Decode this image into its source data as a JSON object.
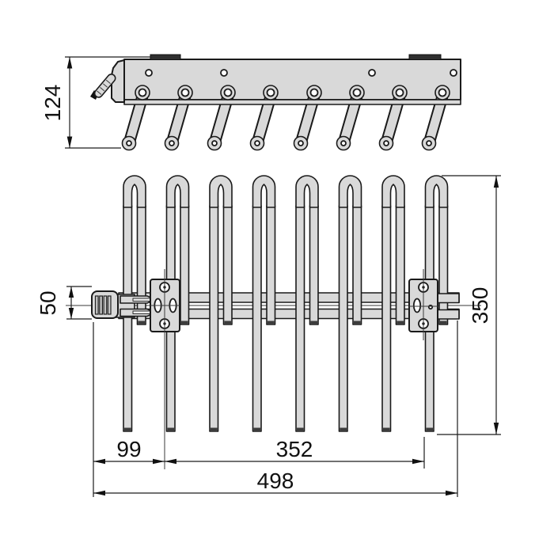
{
  "drawing": {
    "type": "technical-dimension-drawing",
    "subject": "pull-out side-mounted trouser rack, two orthographic views",
    "side_view": {
      "description": "side elevation of rail with hanging rods",
      "hook_rod_count": 8,
      "screw_hole_count": 4,
      "mount_tab_count": 2,
      "height_dim": "124"
    },
    "plan_view": {
      "description": "top plan of rack with U-shaped hanger loops, slide rail, two mounting brackets and front handle",
      "loop_count": 8,
      "bracket_count": 2,
      "handle_width_dim": "50",
      "depth_dim": "350",
      "offset_dim": "99",
      "bracket_span_dim": "352",
      "total_length_dim": "498"
    }
  },
  "colors": {
    "background": "#ffffff",
    "part_fill": "#d9d9d9",
    "outline": "#1a1a1a",
    "dark_detail": "#2f2f2f",
    "dimension_line": "#1c1c1c"
  }
}
